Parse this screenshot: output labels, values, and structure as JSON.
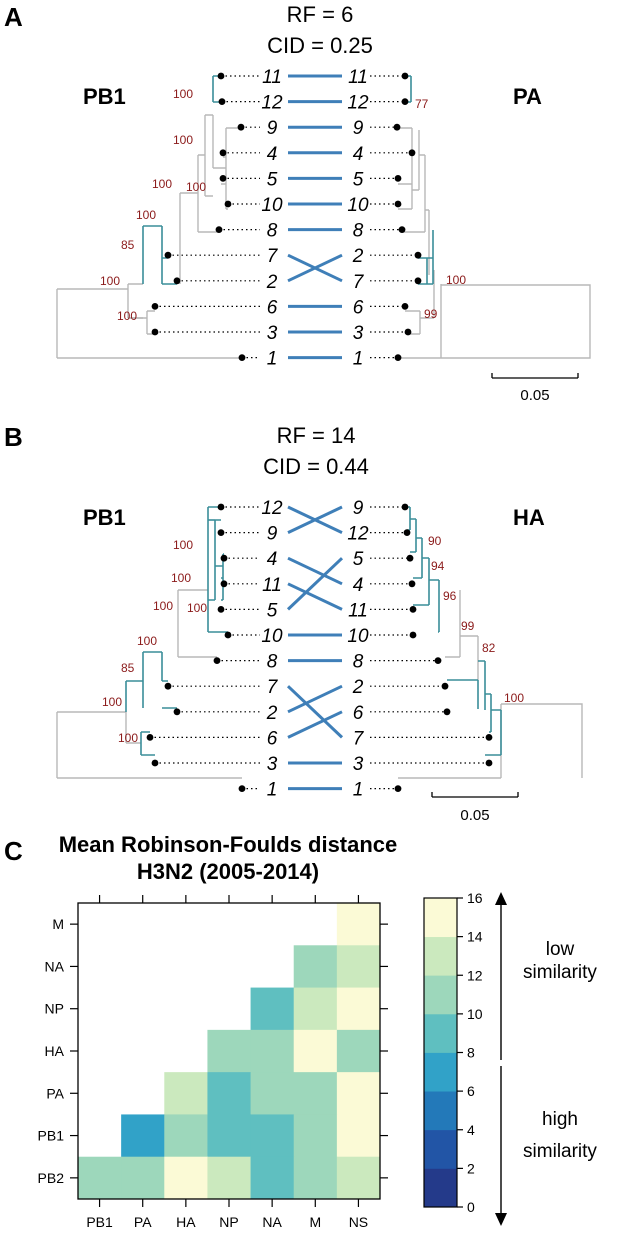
{
  "panels": [
    {
      "letter": "A",
      "rf_text": "RF = 6",
      "cid_text": "CID = 0.25",
      "left_label": "PB1",
      "right_label": "PA",
      "left_order": [
        "11",
        "12",
        "9",
        "4",
        "5",
        "10",
        "8",
        "7",
        "2",
        "6",
        "3",
        "1"
      ],
      "right_order": [
        "11",
        "12",
        "9",
        "4",
        "5",
        "10",
        "8",
        "2",
        "7",
        "6",
        "3",
        "1"
      ],
      "left_bootstrap": [
        "100",
        "100",
        "100",
        "100",
        "100",
        "85",
        "100",
        "100"
      ],
      "right_bootstrap": [
        "77",
        "100",
        "99"
      ],
      "scale_label": "0.05"
    },
    {
      "letter": "B",
      "rf_text": "RF = 14",
      "cid_text": "CID = 0.44",
      "left_label": "PB1",
      "right_label": "HA",
      "left_order": [
        "12",
        "9",
        "4",
        "11",
        "5",
        "10",
        "8",
        "7",
        "2",
        "6",
        "3",
        "1"
      ],
      "right_order": [
        "9",
        "12",
        "5",
        "4",
        "11",
        "10",
        "8",
        "2",
        "6",
        "7",
        "3",
        "1"
      ],
      "left_bootstrap": [
        "100",
        "100",
        "100",
        "100",
        "100",
        "85",
        "100",
        "100"
      ],
      "right_bootstrap": [
        "90",
        "94",
        "96",
        "99",
        "82",
        "100"
      ],
      "scale_label": "0.05"
    }
  ],
  "heatmap": {
    "letter": "C",
    "title": "Mean Robinson-Foulds distance",
    "subtitle": "H3N2 (2005-2014)",
    "low_label_1": "low",
    "low_label_2": "similarity",
    "high_label_1": "high",
    "high_label_2": "similarity",
    "colors": {
      "0-2": "#243a8a",
      "2-4": "#2255a6",
      "4-6": "#2379b9",
      "6-8": "#31a2c8",
      "8-10": "#5fbfc0",
      "10-12": "#9dd7bb",
      "12-14": "#cbe9be",
      "14-16": "#fbfad6"
    }
  },
  "chart_data": {
    "type": "heatmap",
    "title": "Mean Robinson-Foulds distance",
    "subtitle": "H3N2 (2005-2014)",
    "x_categories": [
      "PB1",
      "PA",
      "HA",
      "NP",
      "NA",
      "M",
      "NS"
    ],
    "y_categories": [
      "M",
      "NA",
      "NP",
      "HA",
      "PA",
      "PB1",
      "PB2"
    ],
    "values": [
      [
        null,
        null,
        null,
        null,
        null,
        null,
        15
      ],
      [
        null,
        null,
        null,
        null,
        null,
        11,
        12
      ],
      [
        null,
        null,
        null,
        null,
        9,
        12,
        15
      ],
      [
        null,
        null,
        null,
        11,
        11,
        15,
        11
      ],
      [
        null,
        null,
        12,
        9,
        11,
        11,
        15
      ],
      [
        null,
        7,
        11,
        9,
        9,
        11,
        15
      ],
      [
        11,
        11,
        15,
        12,
        9,
        11,
        12
      ]
    ],
    "colorbar": {
      "range": [
        0,
        16
      ],
      "ticks": [
        "0",
        "2",
        "4",
        "6",
        "8",
        "10",
        "12",
        "14",
        "16"
      ],
      "bin_colors": [
        "#243a8a",
        "#2255a6",
        "#2379b9",
        "#31a2c8",
        "#5fbfc0",
        "#9dd7bb",
        "#cbe9be",
        "#fbfad6"
      ]
    }
  }
}
